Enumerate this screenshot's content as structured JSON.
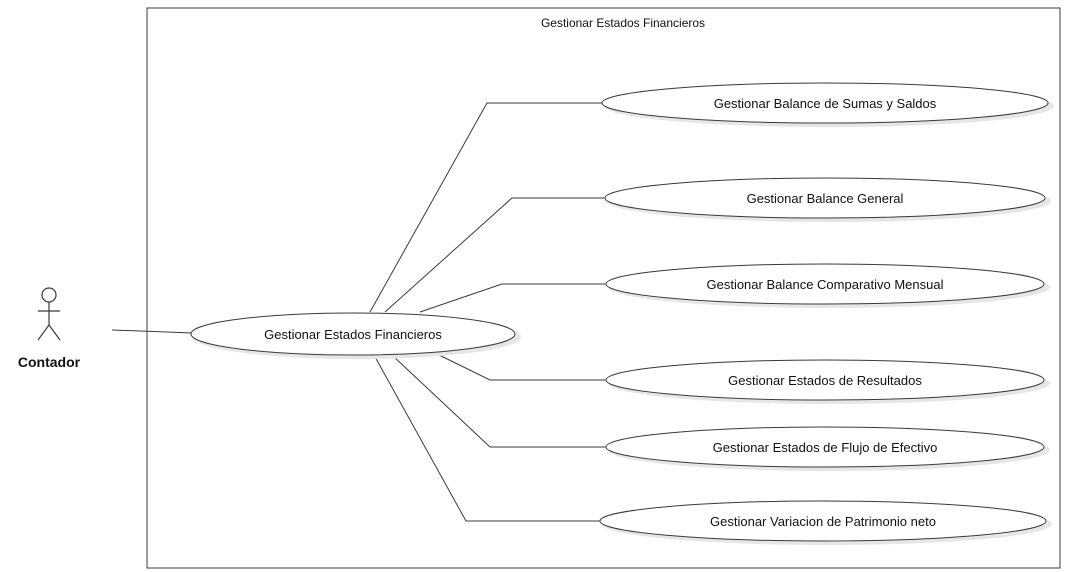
{
  "boundary": {
    "title": "Gestionar Estados Financieros"
  },
  "actor": {
    "name": "Contador"
  },
  "main_use_case": {
    "label": "Gestionar Estados Financieros"
  },
  "sub_use_cases": [
    {
      "label": "Gestionar Balance de Sumas y Saldos"
    },
    {
      "label": "Gestionar Balance General"
    },
    {
      "label": "Gestionar Balance Comparativo Mensual"
    },
    {
      "label": "Gestionar Estados de Resultados"
    },
    {
      "label": "Gestionar Estados de Flujo de Efectivo"
    },
    {
      "label": "Gestionar Variacion de Patrimonio neto"
    }
  ],
  "colors": {
    "stroke": "#3a3a3a",
    "text": "#111111",
    "shadow": "#e6e6e6"
  }
}
